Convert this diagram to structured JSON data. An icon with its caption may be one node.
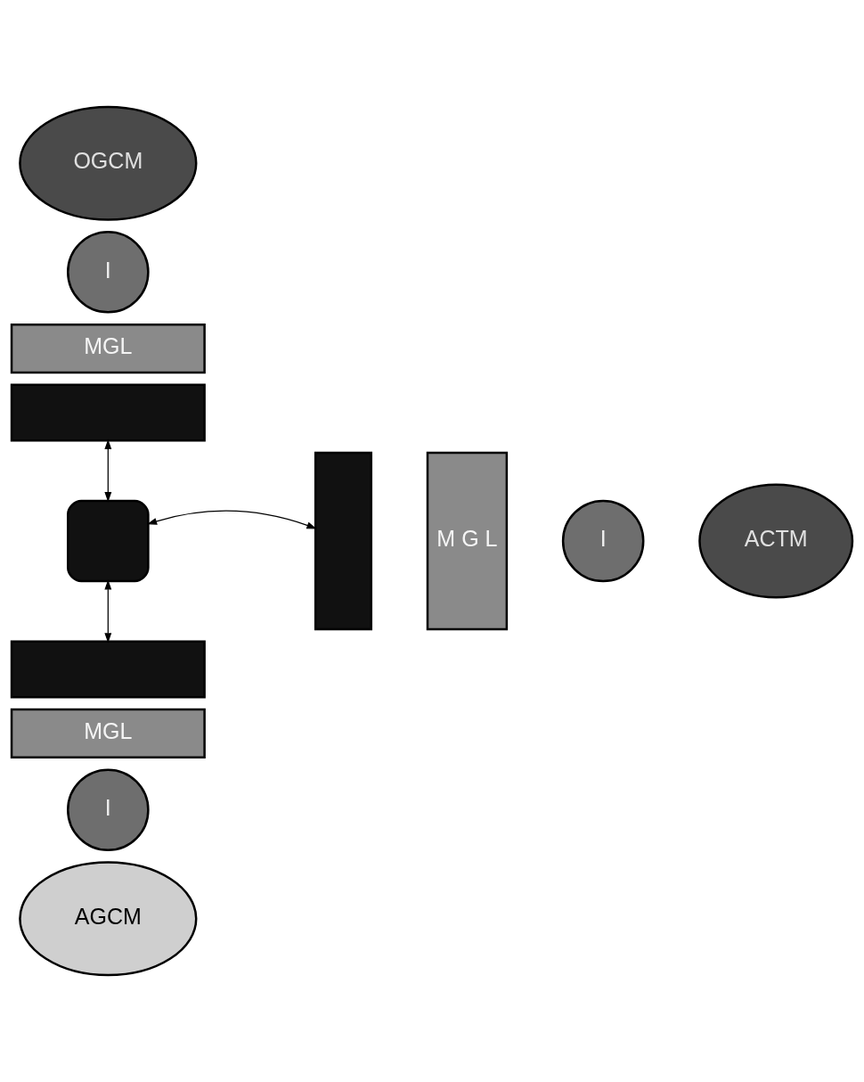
{
  "diagram": {
    "nodes": [
      {
        "text": [
          "OGCM"
        ]
      },
      {
        "text": [
          "I"
        ]
      },
      {
        "text": [
          "MGL"
        ]
      },
      {
        "text": [],
        "shape": "box"
      },
      {
        "text": [],
        "shape": "box"
      },
      {
        "text": [],
        "shape": "box"
      },
      {
        "text": [
          "M G L"
        ]
      },
      {
        "text": [
          "I"
        ]
      },
      {
        "text": [
          "ACTM"
        ]
      },
      {
        "text": [],
        "shape": "box"
      },
      {
        "text": [
          "MGL"
        ]
      },
      {
        "text": [
          "I"
        ]
      },
      {
        "text": [
          "AGCM"
        ]
      }
    ],
    "edges": [
      {
        "from": 3,
        "to": 4,
        "arrow": "both"
      },
      {
        "from": 4,
        "to": 5,
        "arrow": "both"
      },
      {
        "from": 4,
        "to": 9,
        "arrow": "both"
      }
    ]
  }
}
